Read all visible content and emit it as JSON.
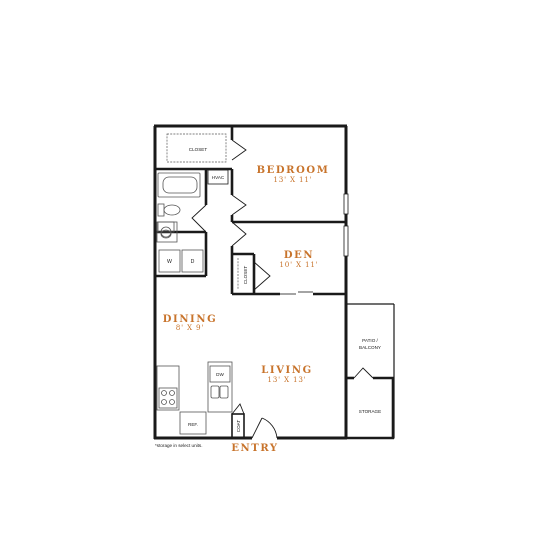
{
  "colors": {
    "wall": "#1a1a1a",
    "accent": "#c8742c",
    "fixture": "#555555",
    "background": "#ffffff"
  },
  "rooms": {
    "bedroom": {
      "name": "BEDROOM",
      "dims": "13' X 11'"
    },
    "den": {
      "name": "DEN",
      "dims": "10' X 11'"
    },
    "dining": {
      "name": "DINING",
      "dims": "8' X 9'"
    },
    "living": {
      "name": "LIVING",
      "dims": "13' X 13'"
    }
  },
  "labels": {
    "closet_top": "CLOSET",
    "closet_den": "CLOSET",
    "hvac": "HVAC",
    "washer": "W",
    "dryer": "D",
    "dishwasher": "DW",
    "refrigerator": "REF.",
    "coat": "COAT",
    "patio_line1": "PATIO /",
    "patio_line2": "BALCONY",
    "storage": "STORAGE",
    "entry": "ENTRY",
    "note": "*storage in select units."
  }
}
